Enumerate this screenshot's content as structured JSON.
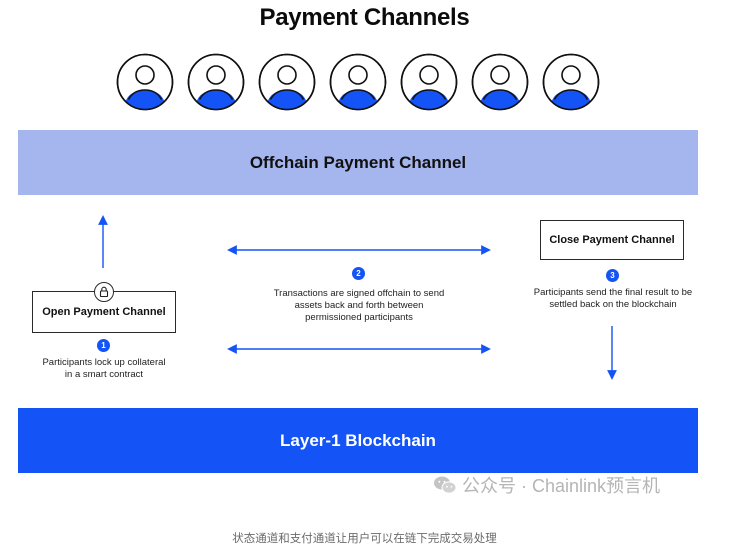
{
  "title": "Payment Channels",
  "participants": [
    {
      "icon": "user-avatar-icon"
    },
    {
      "icon": "user-avatar-icon"
    },
    {
      "icon": "user-avatar-icon"
    },
    {
      "icon": "user-avatar-icon"
    },
    {
      "icon": "user-avatar-icon"
    },
    {
      "icon": "user-avatar-icon"
    },
    {
      "icon": "user-avatar-icon"
    }
  ],
  "offchain_layer": {
    "label": "Offchain Payment Channel",
    "color": "#a5b6ee"
  },
  "layer1": {
    "label": "Layer-1 Blockchain",
    "color": "#1453f5"
  },
  "steps": [
    {
      "number": "1",
      "box_label": "Open Payment Channel",
      "description_lines": [
        "Participants lock up collateral",
        "in a smart contract"
      ]
    },
    {
      "number": "2",
      "description_lines": [
        "Transactions are signed offchain to send",
        "assets back and forth between",
        "permissioned participants"
      ]
    },
    {
      "number": "3",
      "box_label": "Close Payment Channel",
      "description_lines": [
        "Participants send the final result to be",
        "settled back on the blockchain"
      ]
    }
  ],
  "icons": {
    "lock": "lock-icon",
    "wechat": "wechat-icon"
  },
  "watermark": "公众号 · Chainlink预言机",
  "caption": "状态通道和支付通道让用户可以在链下完成交易处理",
  "colors": {
    "accent": "#1453f5",
    "arrow": "#1453f5",
    "avatar_ring": "#111111"
  }
}
